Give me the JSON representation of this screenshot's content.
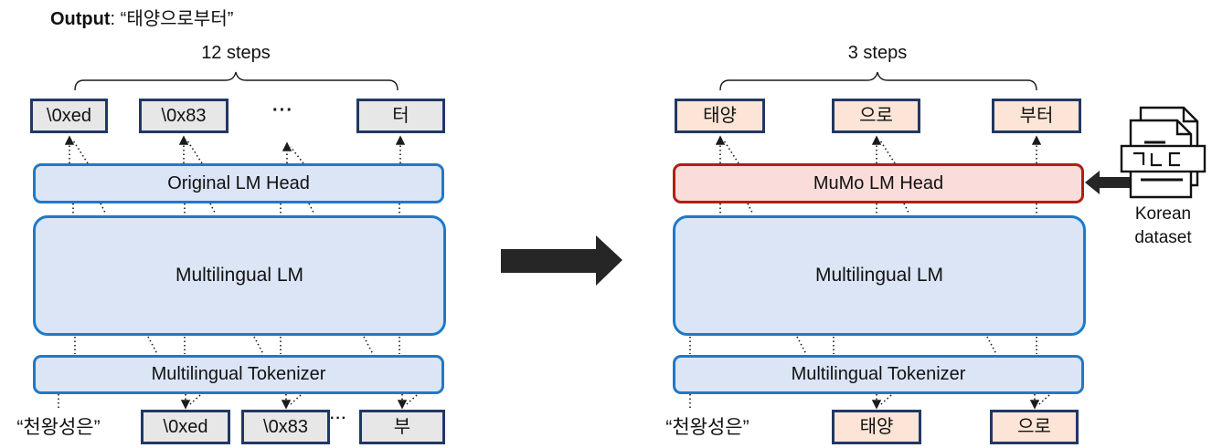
{
  "title": {
    "label": "Output",
    "separator": ": ",
    "value": "“태양으로부터”"
  },
  "before": {
    "steps": "12 steps",
    "top_tokens": [
      "\\0xed",
      "\\0x83",
      "터"
    ],
    "top_ellipsis": "···",
    "lm_head": "Original LM Head",
    "lm": "Multilingual LM",
    "tokenizer": "Multilingual Tokenizer",
    "input_text": "“천왕성은”",
    "bottom_tokens": [
      "\\0xed",
      "\\0x83",
      "부"
    ],
    "bottom_ellipsis": "···"
  },
  "after": {
    "steps": "3 steps",
    "top_tokens": [
      "태양",
      "으로",
      "부터"
    ],
    "lm_head": "MuMo LM Head",
    "lm": "Multilingual LM",
    "tokenizer": "Multilingual Tokenizer",
    "input_text": "“천왕성은”",
    "bottom_tokens": [
      "태양",
      "으로"
    ]
  },
  "dataset_icon": {
    "glyphs": "ㄱ ㄴ ㄷ",
    "caption_line1": "Korean",
    "caption_line2": "dataset"
  },
  "colors": {
    "model_box_fill": "#dbe5f6",
    "model_box_border": "#2079c7",
    "mumo_head_fill": "#fadcda",
    "mumo_head_border": "#ae2015",
    "byte_token_fill": "#e7e7e7",
    "korean_token_fill": "#fce5d6",
    "token_border": "#203864",
    "arrow_black": "#262626"
  }
}
